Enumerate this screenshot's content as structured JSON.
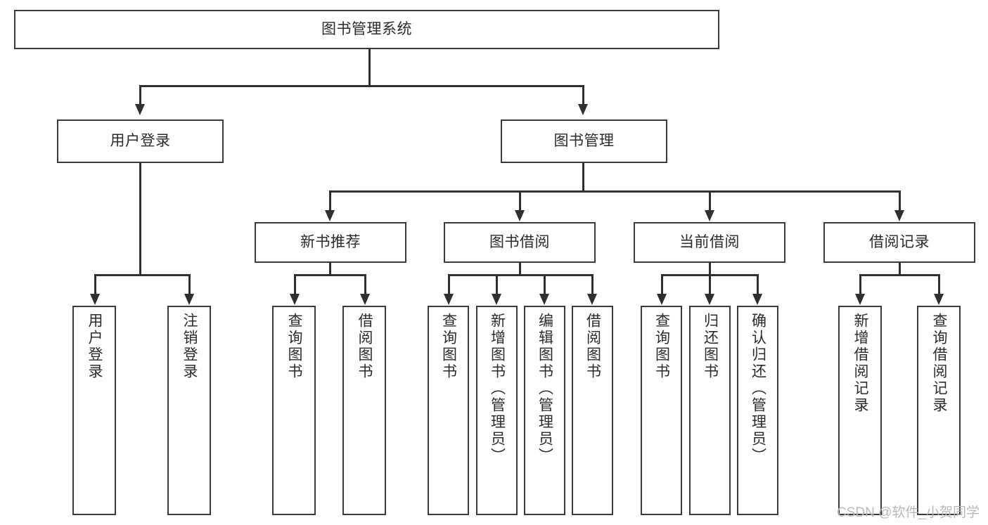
{
  "diagram": {
    "title": "图书管理系统",
    "type": "tree-hierarchy",
    "watermark": "CSDN @软件_小贺同学",
    "colors": {
      "box_border": "#3a3a3a",
      "connector": "#2f2f2f",
      "text": "#2b2b2b",
      "background": "#ffffff",
      "watermark": "#b9b9b9"
    },
    "root": {
      "label": "图书管理系统"
    },
    "level2": [
      {
        "label": "用户登录"
      },
      {
        "label": "图书管理"
      }
    ],
    "level3": [
      {
        "label": "新书推荐"
      },
      {
        "label": "图书借阅"
      },
      {
        "label": "当前借阅"
      },
      {
        "label": "借阅记录"
      }
    ],
    "leaves": {
      "user_login": [
        {
          "label": "用户登录"
        },
        {
          "label": "注销登录"
        }
      ],
      "new_book_recommend": [
        {
          "label": "查询图书"
        },
        {
          "label": "借阅图书"
        }
      ],
      "book_borrow": [
        {
          "label": "查询图书"
        },
        {
          "label": "新增图书（管理员）"
        },
        {
          "label": "编辑图书（管理员）"
        },
        {
          "label": "借阅图书"
        }
      ],
      "current_borrow": [
        {
          "label": "查询图书"
        },
        {
          "label": "归还图书"
        },
        {
          "label": "确认归还（管理员）"
        }
      ],
      "borrow_record": [
        {
          "label": "新增借阅记录"
        },
        {
          "label": "查询借阅记录"
        }
      ]
    }
  }
}
